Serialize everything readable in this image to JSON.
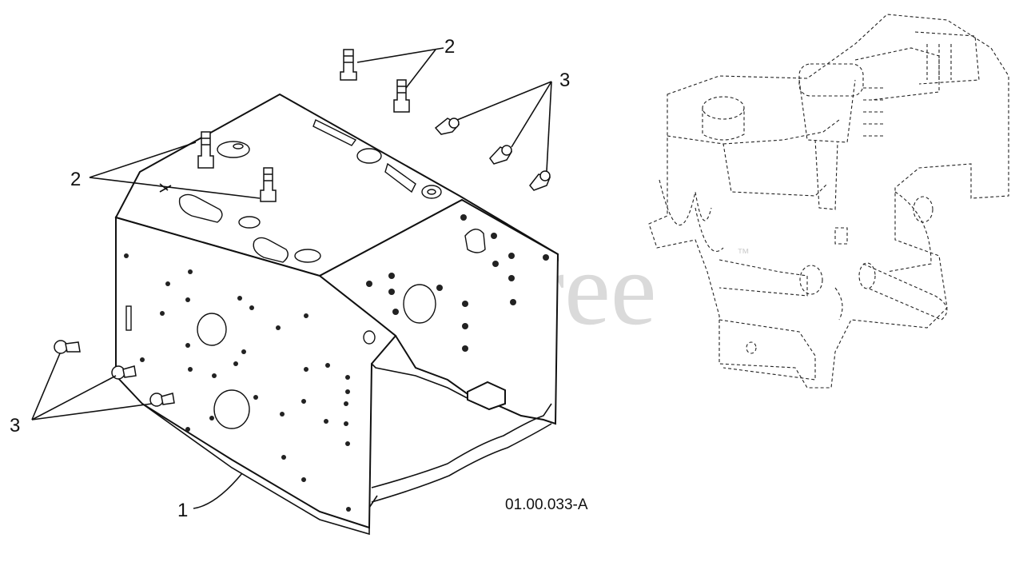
{
  "callouts": {
    "part1": "1",
    "part2_top": "2",
    "part2_left": "2",
    "part3_right": "3",
    "part3_left": "3"
  },
  "diagram_code": "01.00.033-A",
  "watermark": {
    "text": "PartsTree",
    "trademark": "™"
  },
  "icons": {
    "stud": "stud-bolt-icon",
    "screw": "flange-screw-icon",
    "engine": "engine-outline-icon"
  }
}
